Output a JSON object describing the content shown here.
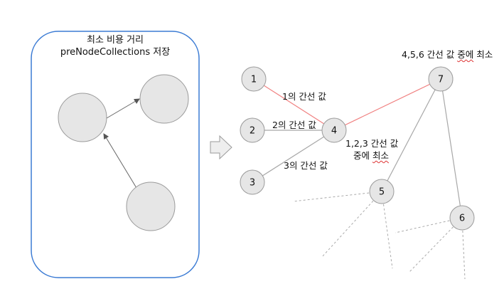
{
  "left_panel": {
    "title_line1": "최소 비용 거리",
    "title_line2": "preNodeCollections 저장"
  },
  "nodes": {
    "n1": "1",
    "n2": "2",
    "n3": "3",
    "n4": "4",
    "n5": "5",
    "n6": "6",
    "n7": "7"
  },
  "labels": {
    "edge1": "1의 간선 값",
    "edge2": "2의 간선 값",
    "edge3": "3의 간선 값",
    "min123_line1": "1,2,3 간선 값",
    "min123_line2_a": "중에",
    "min123_line2_b": "최소",
    "min456_a": "4,5,6 간선 값",
    "min456_b": "중에",
    "min456_c": "최소"
  },
  "colors": {
    "panel_border": "#3b7bd4",
    "node_fill": "#e6e6e6",
    "node_stroke": "#9a9a9a",
    "edge_gray": "#a8a8a8",
    "edge_red": "#f08080"
  }
}
